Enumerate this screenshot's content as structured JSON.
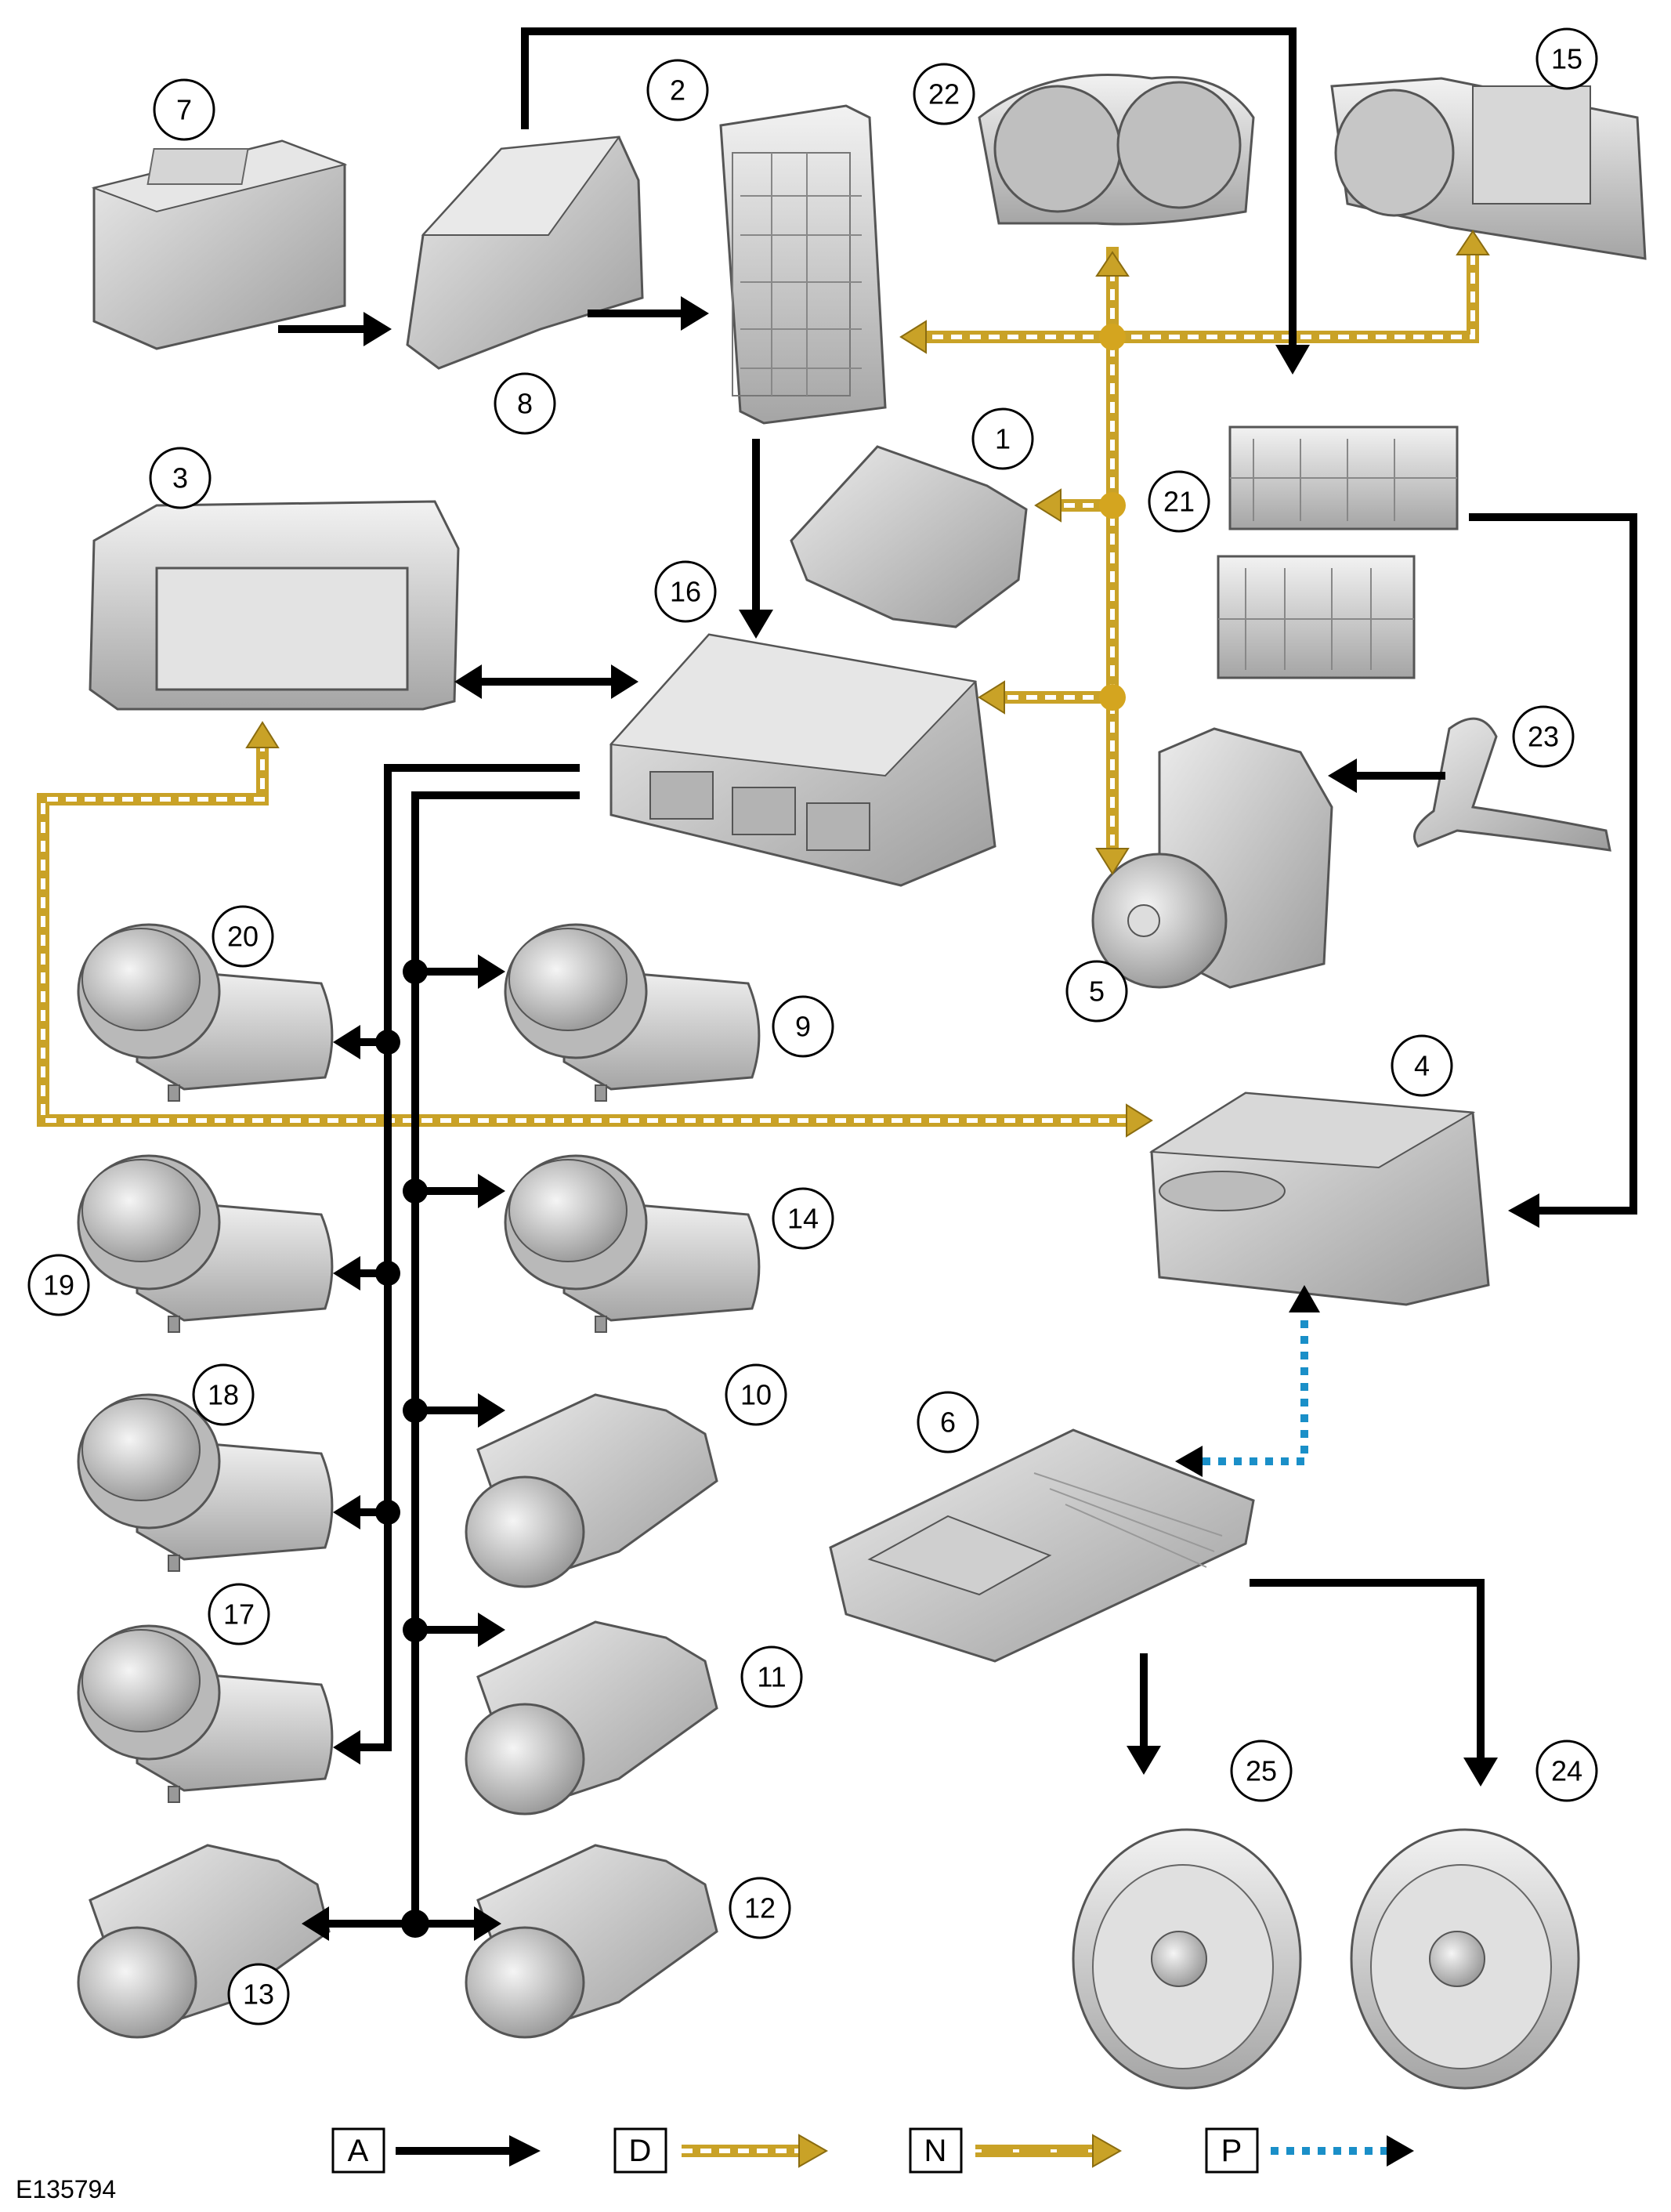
{
  "figure_id": "E135794",
  "callouts": [
    "1",
    "2",
    "3",
    "4",
    "5",
    "6",
    "7",
    "8",
    "9",
    "10",
    "11",
    "12",
    "13",
    "14",
    "15",
    "16",
    "17",
    "18",
    "19",
    "20",
    "21",
    "22",
    "23",
    "24",
    "25"
  ],
  "legend": [
    {
      "key": "A",
      "style": "solid-black"
    },
    {
      "key": "D",
      "style": "dashed-gold-light"
    },
    {
      "key": "N",
      "style": "solid-gold"
    },
    {
      "key": "P",
      "style": "dotted-blue"
    }
  ],
  "colors": {
    "black": "#000000",
    "gold": "#c9a227",
    "gold_light": "#ffffff",
    "blue": "#1a8fc8",
    "component_fill": "#cfcfcf",
    "component_shade": "#a9a9a9"
  }
}
